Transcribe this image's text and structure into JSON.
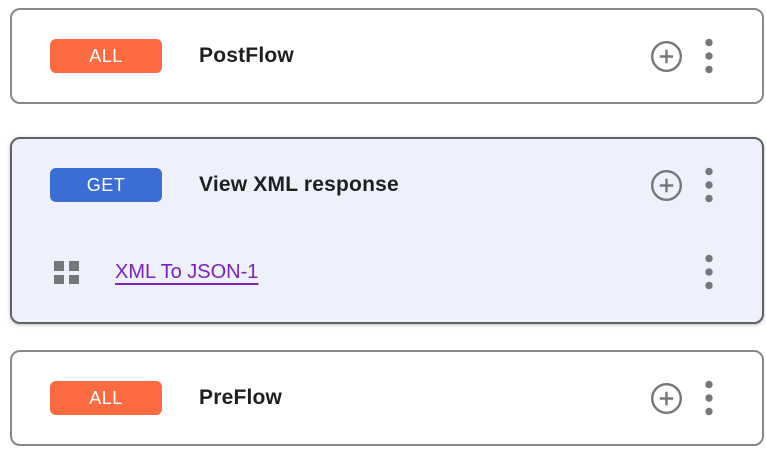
{
  "colors": {
    "page_bg": "#ffffff",
    "card_bg": "#ffffff",
    "card_border": "#85898d",
    "selected_card_bg": "#eef1fb",
    "selected_card_border": "#5f6368",
    "badge_all_bg": "#fc6a42",
    "badge_get_bg": "#3c6dd5",
    "badge_text": "#ffffff",
    "title_text": "#1f1f1f",
    "icon_gray": "#75787b",
    "link_purple": "#7c22b8"
  },
  "icons": {
    "add": "plus-circle-icon",
    "menu": "kebab-menu-icon",
    "policy": "grid-squares-icon"
  },
  "cards": [
    {
      "badge": "ALL",
      "title": "PostFlow",
      "selected": false
    },
    {
      "badge": "GET",
      "title": "View XML response",
      "selected": true,
      "policies": [
        {
          "name": "XML To JSON-1"
        }
      ]
    },
    {
      "badge": "ALL",
      "title": "PreFlow",
      "selected": false
    }
  ]
}
